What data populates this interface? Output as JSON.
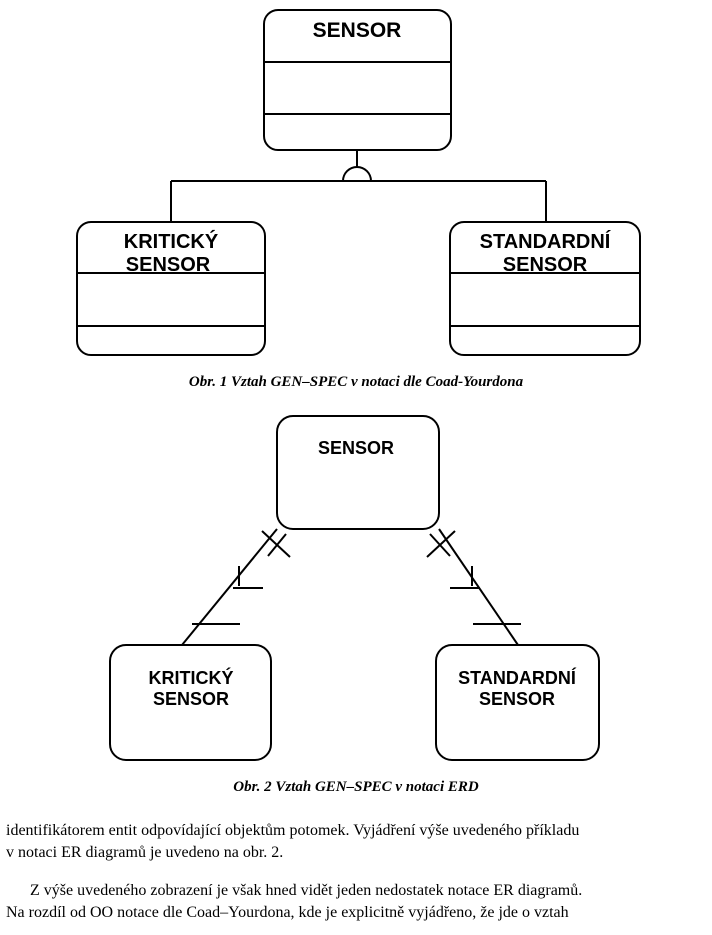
{
  "figure1": {
    "parent": "SENSOR",
    "left_child": [
      "KRITICKÝ",
      "SENSOR"
    ],
    "right_child": [
      "STANDARDNÍ",
      "SENSOR"
    ],
    "caption": "Obr. 1  Vztah GEN–SPEC v notaci dle Coad-Yourdona"
  },
  "figure2": {
    "parent": "SENSOR",
    "left_child": [
      "KRITICKÝ",
      "SENSOR"
    ],
    "right_child": [
      "STANDARDNÍ",
      "SENSOR"
    ],
    "caption": "Obr. 2  Vztah GEN–SPEC v notaci ERD"
  },
  "paragraph1": [
    "identifikátorem entit odpovídající objektům potomek. Vyjádření výše uvedeného příkladu",
    "v notaci ER diagramů je uvedeno na obr. 2."
  ],
  "paragraph2": [
    "Z výše uvedeného zobrazení je však hned vidět jeden nedostatek notace ER diagramů.",
    "Na rozdíl od OO notace dle Coad–Yourdona, kde je explicitně vyjádřeno, že jde o vztah"
  ]
}
